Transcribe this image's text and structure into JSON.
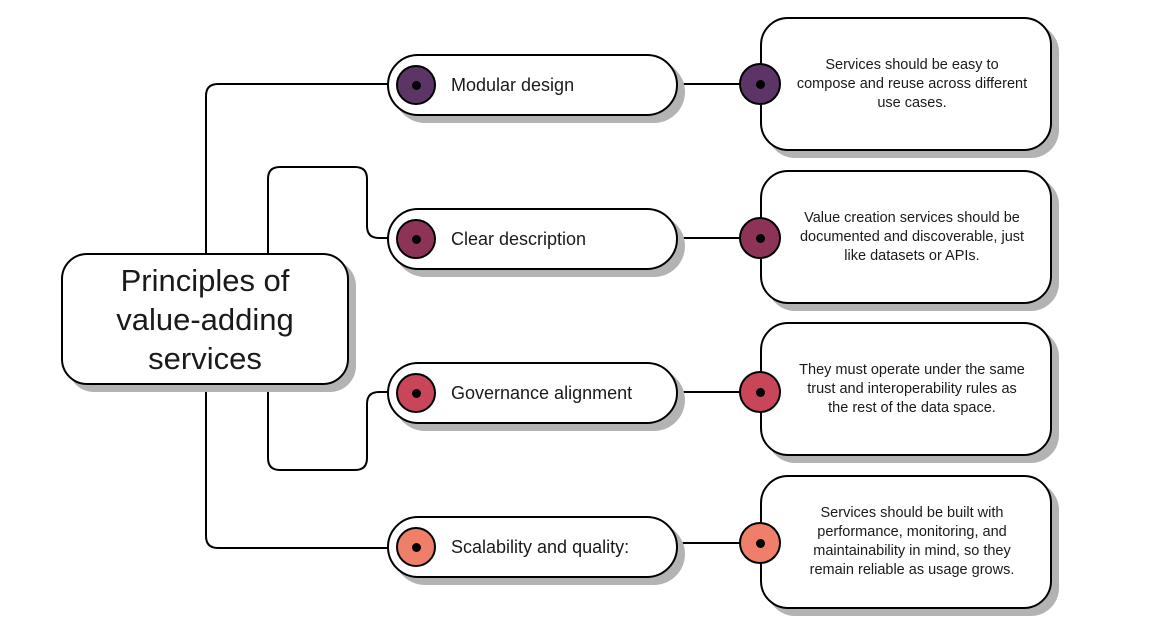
{
  "diagram": {
    "central_topic": "Principles of value-adding services",
    "branches": [
      {
        "title": "Modular design",
        "description": "Services should be easy to compose and reuse across different use cases.",
        "color": "#5c3566"
      },
      {
        "title": "Clear description",
        "description": "Value creation services should be documented and discoverable, just like datasets or APIs.",
        "color": "#8e3358"
      },
      {
        "title": "Governance alignment",
        "description": "They must operate under the same trust and interoperability rules as the rest of the data space.",
        "color": "#c9455a"
      },
      {
        "title": "Scalability and quality:",
        "description": "Services should be built with performance, monitoring, and maintainability in mind, so they remain reliable as usage grows.",
        "color": "#f07f6a"
      }
    ]
  }
}
